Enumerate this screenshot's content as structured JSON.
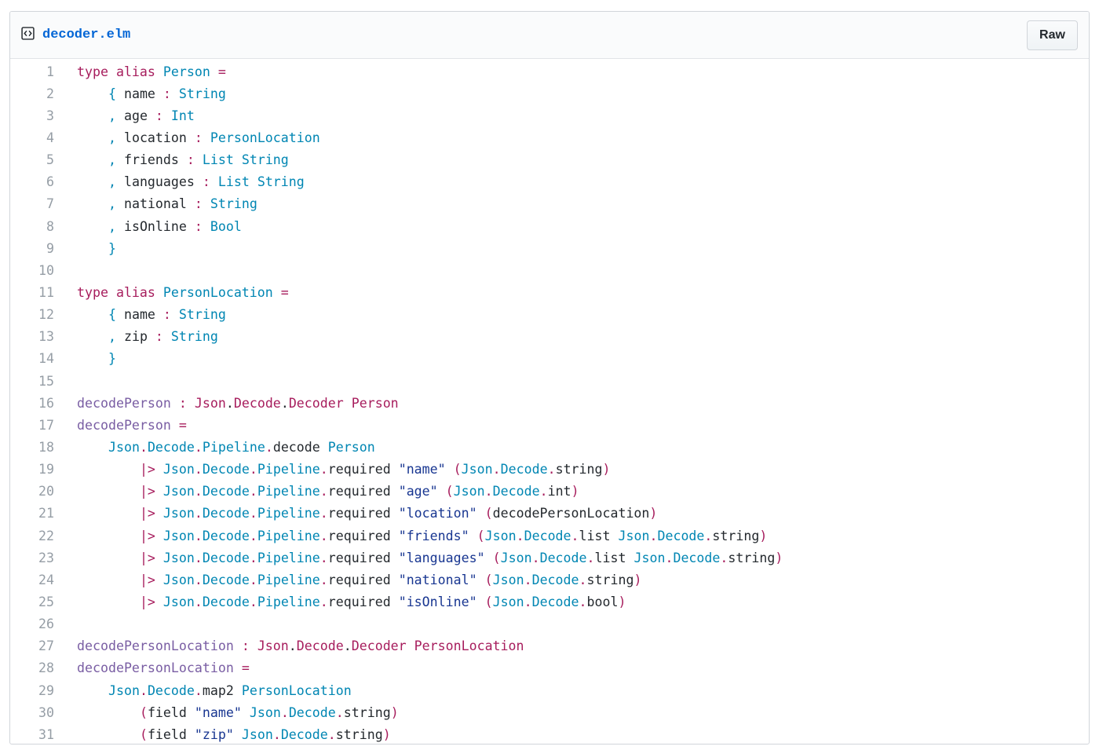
{
  "file": {
    "name": "decoder.elm",
    "icon": "code-file-icon",
    "raw_label": "Raw"
  },
  "lines": [
    {
      "n": "1",
      "t": [
        [
          "kw",
          "type alias "
        ],
        [
          "ty",
          "Person"
        ],
        [
          "pl",
          " "
        ],
        [
          "op",
          "="
        ]
      ]
    },
    {
      "n": "2",
      "t": [
        [
          "pl",
          "    "
        ],
        [
          "ty",
          "{"
        ],
        [
          "pl",
          " name "
        ],
        [
          "op",
          ":"
        ],
        [
          "pl",
          " "
        ],
        [
          "ty",
          "String"
        ]
      ]
    },
    {
      "n": "3",
      "t": [
        [
          "pl",
          "    "
        ],
        [
          "ty",
          ","
        ],
        [
          "pl",
          " age "
        ],
        [
          "op",
          ":"
        ],
        [
          "pl",
          " "
        ],
        [
          "ty",
          "Int"
        ]
      ]
    },
    {
      "n": "4",
      "t": [
        [
          "pl",
          "    "
        ],
        [
          "ty",
          ","
        ],
        [
          "pl",
          " location "
        ],
        [
          "op",
          ":"
        ],
        [
          "pl",
          " "
        ],
        [
          "ty",
          "PersonLocation"
        ]
      ]
    },
    {
      "n": "5",
      "t": [
        [
          "pl",
          "    "
        ],
        [
          "ty",
          ","
        ],
        [
          "pl",
          " friends "
        ],
        [
          "op",
          ":"
        ],
        [
          "pl",
          " "
        ],
        [
          "ty",
          "List String"
        ]
      ]
    },
    {
      "n": "6",
      "t": [
        [
          "pl",
          "    "
        ],
        [
          "ty",
          ","
        ],
        [
          "pl",
          " languages "
        ],
        [
          "op",
          ":"
        ],
        [
          "pl",
          " "
        ],
        [
          "ty",
          "List String"
        ]
      ]
    },
    {
      "n": "7",
      "t": [
        [
          "pl",
          "    "
        ],
        [
          "ty",
          ","
        ],
        [
          "pl",
          " national "
        ],
        [
          "op",
          ":"
        ],
        [
          "pl",
          " "
        ],
        [
          "ty",
          "String"
        ]
      ]
    },
    {
      "n": "8",
      "t": [
        [
          "pl",
          "    "
        ],
        [
          "ty",
          ","
        ],
        [
          "pl",
          " isOnline "
        ],
        [
          "op",
          ":"
        ],
        [
          "pl",
          " "
        ],
        [
          "ty",
          "Bool"
        ]
      ]
    },
    {
      "n": "9",
      "t": [
        [
          "pl",
          "    "
        ],
        [
          "ty",
          "}"
        ]
      ]
    },
    {
      "n": "10",
      "t": []
    },
    {
      "n": "11",
      "t": [
        [
          "kw",
          "type alias "
        ],
        [
          "ty",
          "PersonLocation"
        ],
        [
          "pl",
          " "
        ],
        [
          "op",
          "="
        ]
      ]
    },
    {
      "n": "12",
      "t": [
        [
          "pl",
          "    "
        ],
        [
          "ty",
          "{"
        ],
        [
          "pl",
          " name "
        ],
        [
          "op",
          ":"
        ],
        [
          "pl",
          " "
        ],
        [
          "ty",
          "String"
        ]
      ]
    },
    {
      "n": "13",
      "t": [
        [
          "pl",
          "    "
        ],
        [
          "ty",
          ","
        ],
        [
          "pl",
          " zip "
        ],
        [
          "op",
          ":"
        ],
        [
          "pl",
          " "
        ],
        [
          "ty",
          "String"
        ]
      ]
    },
    {
      "n": "14",
      "t": [
        [
          "pl",
          "    "
        ],
        [
          "ty",
          "}"
        ]
      ]
    },
    {
      "n": "15",
      "t": []
    },
    {
      "n": "16",
      "t": [
        [
          "fn",
          "decodePerson"
        ],
        [
          "pl",
          " "
        ],
        [
          "op",
          ":"
        ],
        [
          "pl",
          " "
        ],
        [
          "dec",
          "Json"
        ],
        [
          "pl",
          "."
        ],
        [
          "dec",
          "Decode"
        ],
        [
          "pl",
          "."
        ],
        [
          "dec",
          "Decoder Person"
        ]
      ]
    },
    {
      "n": "17",
      "t": [
        [
          "fn",
          "decodePerson"
        ],
        [
          "pl",
          " "
        ],
        [
          "op",
          "="
        ]
      ]
    },
    {
      "n": "18",
      "t": [
        [
          "pl",
          "    "
        ],
        [
          "ns",
          "Json"
        ],
        [
          "op",
          "."
        ],
        [
          "ns",
          "Decode"
        ],
        [
          "op",
          "."
        ],
        [
          "ns",
          "Pipeline"
        ],
        [
          "op",
          "."
        ],
        [
          "pl",
          "decode "
        ],
        [
          "ty",
          "Person"
        ]
      ]
    },
    {
      "n": "19",
      "t": [
        [
          "pl",
          "        "
        ],
        [
          "op",
          "|>"
        ],
        [
          "pl",
          " "
        ],
        [
          "ns",
          "Json"
        ],
        [
          "op",
          "."
        ],
        [
          "ns",
          "Decode"
        ],
        [
          "op",
          "."
        ],
        [
          "ns",
          "Pipeline"
        ],
        [
          "op",
          "."
        ],
        [
          "pl",
          "required "
        ],
        [
          "st",
          "\"name\""
        ],
        [
          "pl",
          " "
        ],
        [
          "op",
          "("
        ],
        [
          "ns",
          "Json"
        ],
        [
          "op",
          "."
        ],
        [
          "ns",
          "Decode"
        ],
        [
          "op",
          "."
        ],
        [
          "pl",
          "string"
        ],
        [
          "op",
          ")"
        ]
      ]
    },
    {
      "n": "20",
      "t": [
        [
          "pl",
          "        "
        ],
        [
          "op",
          "|>"
        ],
        [
          "pl",
          " "
        ],
        [
          "ns",
          "Json"
        ],
        [
          "op",
          "."
        ],
        [
          "ns",
          "Decode"
        ],
        [
          "op",
          "."
        ],
        [
          "ns",
          "Pipeline"
        ],
        [
          "op",
          "."
        ],
        [
          "pl",
          "required "
        ],
        [
          "st",
          "\"age\""
        ],
        [
          "pl",
          " "
        ],
        [
          "op",
          "("
        ],
        [
          "ns",
          "Json"
        ],
        [
          "op",
          "."
        ],
        [
          "ns",
          "Decode"
        ],
        [
          "op",
          "."
        ],
        [
          "pl",
          "int"
        ],
        [
          "op",
          ")"
        ]
      ]
    },
    {
      "n": "21",
      "t": [
        [
          "pl",
          "        "
        ],
        [
          "op",
          "|>"
        ],
        [
          "pl",
          " "
        ],
        [
          "ns",
          "Json"
        ],
        [
          "op",
          "."
        ],
        [
          "ns",
          "Decode"
        ],
        [
          "op",
          "."
        ],
        [
          "ns",
          "Pipeline"
        ],
        [
          "op",
          "."
        ],
        [
          "pl",
          "required "
        ],
        [
          "st",
          "\"location\""
        ],
        [
          "pl",
          " "
        ],
        [
          "op",
          "("
        ],
        [
          "pl",
          "decodePersonLocation"
        ],
        [
          "op",
          ")"
        ]
      ]
    },
    {
      "n": "22",
      "t": [
        [
          "pl",
          "        "
        ],
        [
          "op",
          "|>"
        ],
        [
          "pl",
          " "
        ],
        [
          "ns",
          "Json"
        ],
        [
          "op",
          "."
        ],
        [
          "ns",
          "Decode"
        ],
        [
          "op",
          "."
        ],
        [
          "ns",
          "Pipeline"
        ],
        [
          "op",
          "."
        ],
        [
          "pl",
          "required "
        ],
        [
          "st",
          "\"friends\""
        ],
        [
          "pl",
          " "
        ],
        [
          "op",
          "("
        ],
        [
          "ns",
          "Json"
        ],
        [
          "op",
          "."
        ],
        [
          "ns",
          "Decode"
        ],
        [
          "op",
          "."
        ],
        [
          "pl",
          "list "
        ],
        [
          "ns",
          "Json"
        ],
        [
          "op",
          "."
        ],
        [
          "ns",
          "Decode"
        ],
        [
          "op",
          "."
        ],
        [
          "pl",
          "string"
        ],
        [
          "op",
          ")"
        ]
      ]
    },
    {
      "n": "23",
      "t": [
        [
          "pl",
          "        "
        ],
        [
          "op",
          "|>"
        ],
        [
          "pl",
          " "
        ],
        [
          "ns",
          "Json"
        ],
        [
          "op",
          "."
        ],
        [
          "ns",
          "Decode"
        ],
        [
          "op",
          "."
        ],
        [
          "ns",
          "Pipeline"
        ],
        [
          "op",
          "."
        ],
        [
          "pl",
          "required "
        ],
        [
          "st",
          "\"languages\""
        ],
        [
          "pl",
          " "
        ],
        [
          "op",
          "("
        ],
        [
          "ns",
          "Json"
        ],
        [
          "op",
          "."
        ],
        [
          "ns",
          "Decode"
        ],
        [
          "op",
          "."
        ],
        [
          "pl",
          "list "
        ],
        [
          "ns",
          "Json"
        ],
        [
          "op",
          "."
        ],
        [
          "ns",
          "Decode"
        ],
        [
          "op",
          "."
        ],
        [
          "pl",
          "string"
        ],
        [
          "op",
          ")"
        ]
      ]
    },
    {
      "n": "24",
      "t": [
        [
          "pl",
          "        "
        ],
        [
          "op",
          "|>"
        ],
        [
          "pl",
          " "
        ],
        [
          "ns",
          "Json"
        ],
        [
          "op",
          "."
        ],
        [
          "ns",
          "Decode"
        ],
        [
          "op",
          "."
        ],
        [
          "ns",
          "Pipeline"
        ],
        [
          "op",
          "."
        ],
        [
          "pl",
          "required "
        ],
        [
          "st",
          "\"national\""
        ],
        [
          "pl",
          " "
        ],
        [
          "op",
          "("
        ],
        [
          "ns",
          "Json"
        ],
        [
          "op",
          "."
        ],
        [
          "ns",
          "Decode"
        ],
        [
          "op",
          "."
        ],
        [
          "pl",
          "string"
        ],
        [
          "op",
          ")"
        ]
      ]
    },
    {
      "n": "25",
      "t": [
        [
          "pl",
          "        "
        ],
        [
          "op",
          "|>"
        ],
        [
          "pl",
          " "
        ],
        [
          "ns",
          "Json"
        ],
        [
          "op",
          "."
        ],
        [
          "ns",
          "Decode"
        ],
        [
          "op",
          "."
        ],
        [
          "ns",
          "Pipeline"
        ],
        [
          "op",
          "."
        ],
        [
          "pl",
          "required "
        ],
        [
          "st",
          "\"isOnline\""
        ],
        [
          "pl",
          " "
        ],
        [
          "op",
          "("
        ],
        [
          "ns",
          "Json"
        ],
        [
          "op",
          "."
        ],
        [
          "ns",
          "Decode"
        ],
        [
          "op",
          "."
        ],
        [
          "pl",
          "bool"
        ],
        [
          "op",
          ")"
        ]
      ]
    },
    {
      "n": "26",
      "t": []
    },
    {
      "n": "27",
      "t": [
        [
          "fn",
          "decodePersonLocation"
        ],
        [
          "pl",
          " "
        ],
        [
          "op",
          ":"
        ],
        [
          "pl",
          " "
        ],
        [
          "dec",
          "Json"
        ],
        [
          "pl",
          "."
        ],
        [
          "dec",
          "Decode"
        ],
        [
          "pl",
          "."
        ],
        [
          "dec",
          "Decoder PersonLocation"
        ]
      ]
    },
    {
      "n": "28",
      "t": [
        [
          "fn",
          "decodePersonLocation"
        ],
        [
          "pl",
          " "
        ],
        [
          "op",
          "="
        ]
      ]
    },
    {
      "n": "29",
      "t": [
        [
          "pl",
          "    "
        ],
        [
          "ns",
          "Json"
        ],
        [
          "op",
          "."
        ],
        [
          "ns",
          "Decode"
        ],
        [
          "op",
          "."
        ],
        [
          "pl",
          "map2 "
        ],
        [
          "ty",
          "PersonLocation"
        ]
      ]
    },
    {
      "n": "30",
      "t": [
        [
          "pl",
          "        "
        ],
        [
          "op",
          "("
        ],
        [
          "pl",
          "field "
        ],
        [
          "st",
          "\"name\""
        ],
        [
          "pl",
          " "
        ],
        [
          "ns",
          "Json"
        ],
        [
          "op",
          "."
        ],
        [
          "ns",
          "Decode"
        ],
        [
          "op",
          "."
        ],
        [
          "pl",
          "string"
        ],
        [
          "op",
          ")"
        ]
      ]
    },
    {
      "n": "31",
      "t": [
        [
          "pl",
          "        "
        ],
        [
          "op",
          "("
        ],
        [
          "pl",
          "field "
        ],
        [
          "st",
          "\"zip\""
        ],
        [
          "pl",
          " "
        ],
        [
          "ns",
          "Json"
        ],
        [
          "op",
          "."
        ],
        [
          "ns",
          "Decode"
        ],
        [
          "op",
          "."
        ],
        [
          "pl",
          "string"
        ],
        [
          "op",
          ")"
        ]
      ]
    }
  ]
}
